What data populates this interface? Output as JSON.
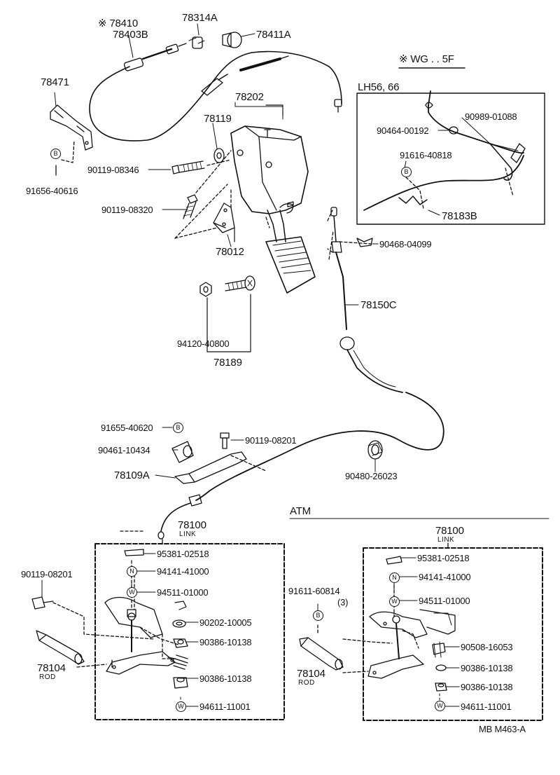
{
  "labels": {
    "p78410": "※ 78410",
    "p78403B": "78403B",
    "p78314A": "78314A",
    "p78411A": "78411A",
    "wg5f": "※ WG . . 5F",
    "p78471": "78471",
    "lh": "LH56, 66",
    "p78202": "78202",
    "p78119": "78119",
    "p90989": "90989-01088",
    "p90464": "90464-00192",
    "p91616": "91616-40818",
    "p90119_08346": "90119-08346",
    "p91656": "91656-40616",
    "p78183B": "78183B",
    "p90119_08320": "90119-08320",
    "p90468": "90468-04099",
    "p78012": "78012",
    "p78150C": "78150C",
    "p94120": "94120-40800",
    "p78189": "78189",
    "p91655": "91655-40620",
    "p90119_08201a": "90119-08201",
    "p90461": "90461-10434",
    "p78109A": "78109A",
    "p90480": "90480-26023",
    "atm": "ATM",
    "l78100": "78100",
    "l_link": "LINK",
    "l95381": "95381-02518",
    "l94141": "94141-41000",
    "l94511": "94511-01000",
    "l90202": "90202-10005",
    "l90386a": "90386-10138",
    "l90386b": "90386-10138",
    "l94611": "94611-11001",
    "l90119": "90119-08201",
    "l78104": "78104",
    "l_rod": "ROD",
    "r78100": "78100",
    "r_link": "LINK",
    "r95381": "95381-02518",
    "r94141": "94141-41000",
    "r94511": "94511-01000",
    "r91611": "91611-60814",
    "r_qty": "(3)",
    "r90508": "90508-16053",
    "r90386a": "90386-10138",
    "r90386b": "90386-10138",
    "r94611": "94611-11001",
    "r78104": "78104",
    "r_rod": "ROD",
    "footer": "MB  M463-A"
  },
  "markers": {
    "b": "B",
    "n": "N",
    "w": "W"
  }
}
